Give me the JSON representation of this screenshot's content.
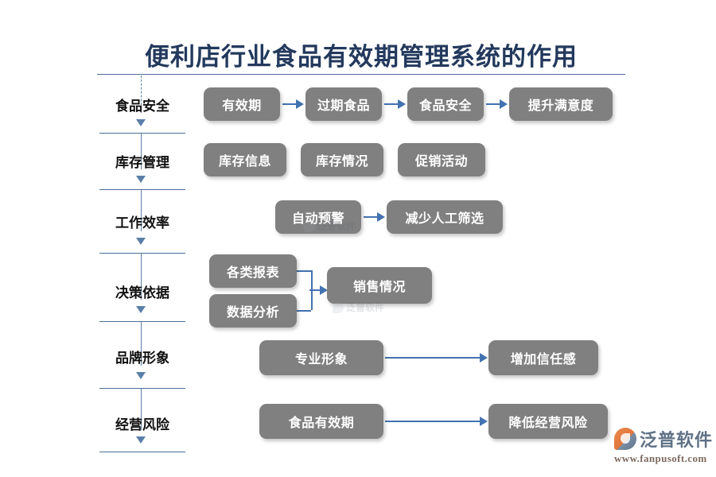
{
  "title": "便利店行业食品有效期管理系统的作用",
  "colors": {
    "title_text": "#23395d",
    "rule": "#4a6f96",
    "node_fill": "#808080",
    "node_text": "#ffffff",
    "arrow": "#4272b0",
    "spine": "#5b7fa8",
    "background": "#ffffff"
  },
  "categories": [
    {
      "label": "食品安全"
    },
    {
      "label": "库存管理"
    },
    {
      "label": "工作效率"
    },
    {
      "label": "决策依据"
    },
    {
      "label": "品牌形象"
    },
    {
      "label": "经营风险"
    }
  ],
  "rows": [
    {
      "category": "食品安全",
      "nodes": [
        "有效期",
        "过期食品",
        "食品安全",
        "提升满意度"
      ],
      "connector": "chain"
    },
    {
      "category": "库存管理",
      "nodes": [
        "库存信息",
        "库存情况",
        "促销活动"
      ],
      "connector": "none"
    },
    {
      "category": "工作效率",
      "nodes": [
        "自动预警",
        "减少人工筛选"
      ],
      "connector": "chain"
    },
    {
      "category": "决策依据",
      "nodes": [
        "各类报表",
        "数据分析",
        "销售情况"
      ],
      "connector": "merge"
    },
    {
      "category": "品牌形象",
      "nodes": [
        "专业形象",
        "增加信任感"
      ],
      "connector": "chain"
    },
    {
      "category": "经营风险",
      "nodes": [
        "食品有效期",
        "降低经营风险"
      ],
      "connector": "chain"
    }
  ],
  "nodes": {
    "r1c1": "有效期",
    "r1c2": "过期食品",
    "r1c3": "食品安全",
    "r1c4": "提升满意度",
    "r2c1": "库存信息",
    "r2c2": "库存情况",
    "r2c3": "促销活动",
    "r3c1": "自动预警",
    "r3c2": "减少人工筛选",
    "r4c1": "各类报表",
    "r4c2": "数据分析",
    "r4c3": "销售情况",
    "r5c1": "专业形象",
    "r5c2": "增加信任感",
    "r6c1": "食品有效期",
    "r6c2": "降低经营风险"
  },
  "watermark": {
    "brand": "泛普软件",
    "url": "www.fanpusoft.com",
    "faint_text": "泛普软件"
  }
}
